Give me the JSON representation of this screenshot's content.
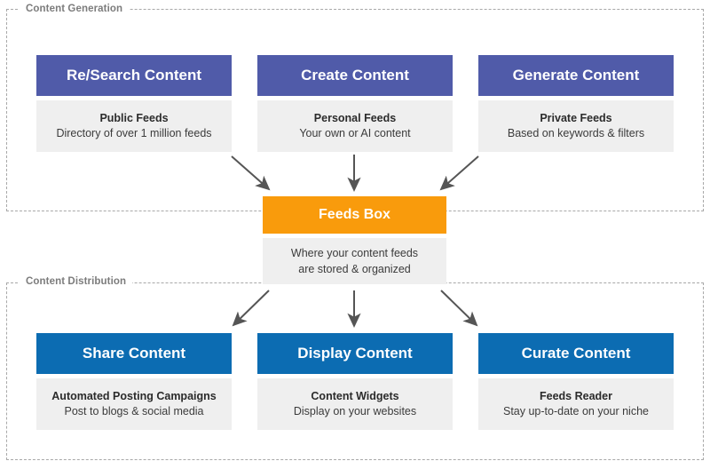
{
  "diagram": {
    "groups": [
      {
        "id": "content-generation",
        "label": "Content Generation"
      },
      {
        "id": "content-distribution",
        "label": "Content Distribution"
      }
    ],
    "colors": {
      "purple": "#505ba9",
      "blue": "#0c6cb2",
      "orange": "#f99b0c",
      "body_bg": "#efefef",
      "dashed_border": "#a8a8a8",
      "group_label": "#7c7c7c",
      "arrow": "#555555"
    },
    "generation_cards": [
      {
        "title": "Re/Search Content",
        "body_title": "Public Feeds",
        "body_sub": "Directory of over 1 million feeds"
      },
      {
        "title": "Create Content",
        "body_title": "Personal Feeds",
        "body_sub": "Your own or AI content"
      },
      {
        "title": "Generate Content",
        "body_title": "Private Feeds",
        "body_sub": "Based on keywords & filters"
      }
    ],
    "center_card": {
      "title": "Feeds Box",
      "body_line1": "Where your content feeds",
      "body_line2": "are stored & organized"
    },
    "distribution_cards": [
      {
        "title": "Share Content",
        "body_title": "Automated Posting Campaigns",
        "body_sub": "Post to blogs & social media"
      },
      {
        "title": "Display Content",
        "body_title": "Content Widgets",
        "body_sub": "Display on your websites"
      },
      {
        "title": "Curate Content",
        "body_title": "Feeds Reader",
        "body_sub": "Stay up-to-date on your niche"
      }
    ],
    "arrows": [
      {
        "name": "arrow-research-to-feedsbox",
        "direction": "down-right"
      },
      {
        "name": "arrow-create-to-feedsbox",
        "direction": "down"
      },
      {
        "name": "arrow-generate-to-feedsbox",
        "direction": "down-left"
      },
      {
        "name": "arrow-feedsbox-to-share",
        "direction": "down-left"
      },
      {
        "name": "arrow-feedsbox-to-display",
        "direction": "down"
      },
      {
        "name": "arrow-feedsbox-to-curate",
        "direction": "down-right"
      }
    ]
  }
}
